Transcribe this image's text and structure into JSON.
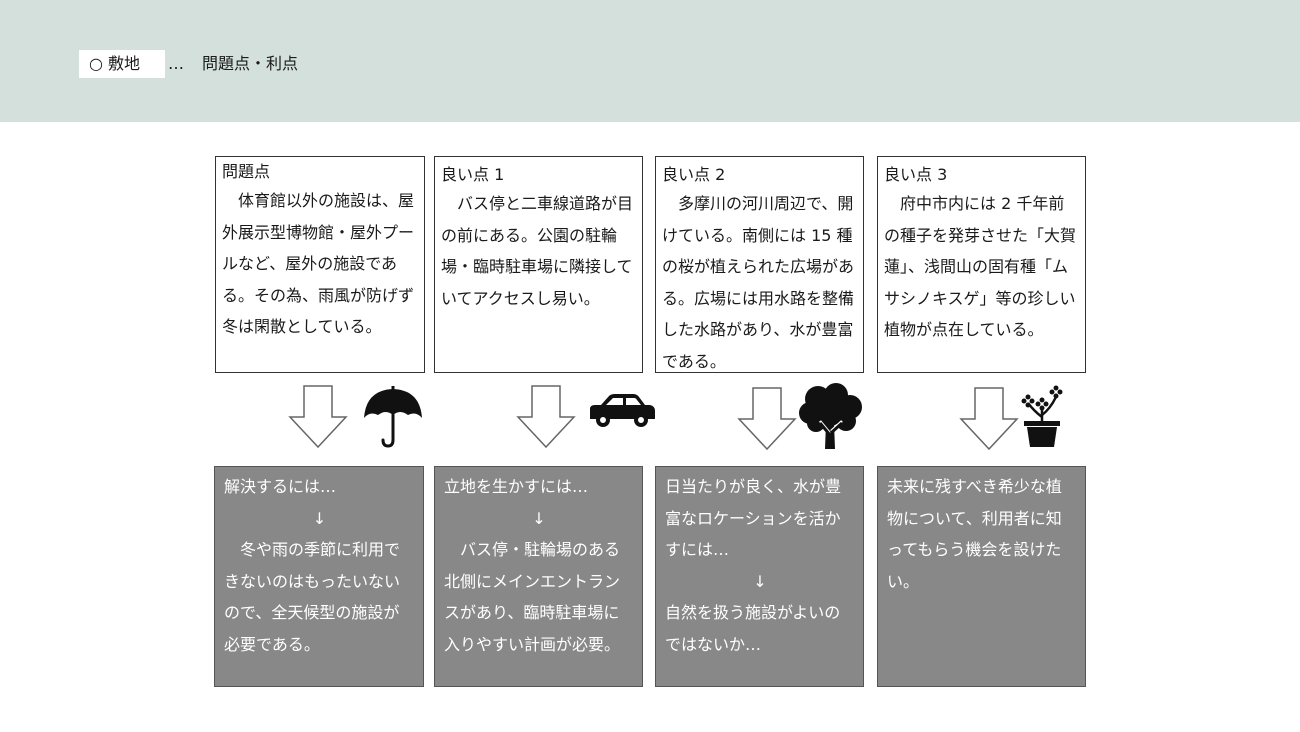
{
  "header": {
    "section_label": "○ 敷地",
    "ellipsis": "…",
    "subtitle": "問題点・利点"
  },
  "columns": [
    {
      "title": "問題点",
      "body": "体育館以外の施設は、屋外展示型博物館・屋外プールなど、屋外の施設である。その為、雨風が防げず冬は閑散としている。",
      "icon": "umbrella-icon",
      "solution": {
        "lead": "解決するには…",
        "arrow": "↓",
        "body": "冬や雨の季節に利用できないのはもったいないので、全天候型の施設が必要である。"
      }
    },
    {
      "title": "良い点 1",
      "body": "バス停と二車線道路が目の前にある。公園の駐輪場・臨時駐車場に隣接していてアクセスし易い。",
      "icon": "car-icon",
      "solution": {
        "lead": "立地を生かすには…",
        "arrow": "↓",
        "body": "バス停・駐輪場のある北側にメインエントランスがあり、臨時駐車場に入りやすい計画が必要。"
      }
    },
    {
      "title": "良い点 2",
      "body": "多摩川の河川周辺で、開けている。南側には 15 種の桜が植えられた広場がある。広場には用水路を整備した水路があり、水が豊富である。",
      "icon": "tree-icon",
      "solution": {
        "lead": "日当たりが良く、水が豊富なロケーションを活かすには…",
        "arrow": "↓",
        "body": "自然を扱う施設がよいのではないか…"
      }
    },
    {
      "title": "良い点 3",
      "body": "府中市内には 2 千年前の種子を発芽させた「大賀蓮」、浅間山の固有種「ムサシノキスゲ」等の珍しい植物が点在している。",
      "icon": "potted-flower-icon",
      "solution": {
        "lead": "未来に残すべき希少な植物について、利用者に知ってもらう機会を設けたい。"
      }
    }
  ],
  "colors": {
    "header_band": "#d3e0dc",
    "solution_box": "#888888"
  }
}
